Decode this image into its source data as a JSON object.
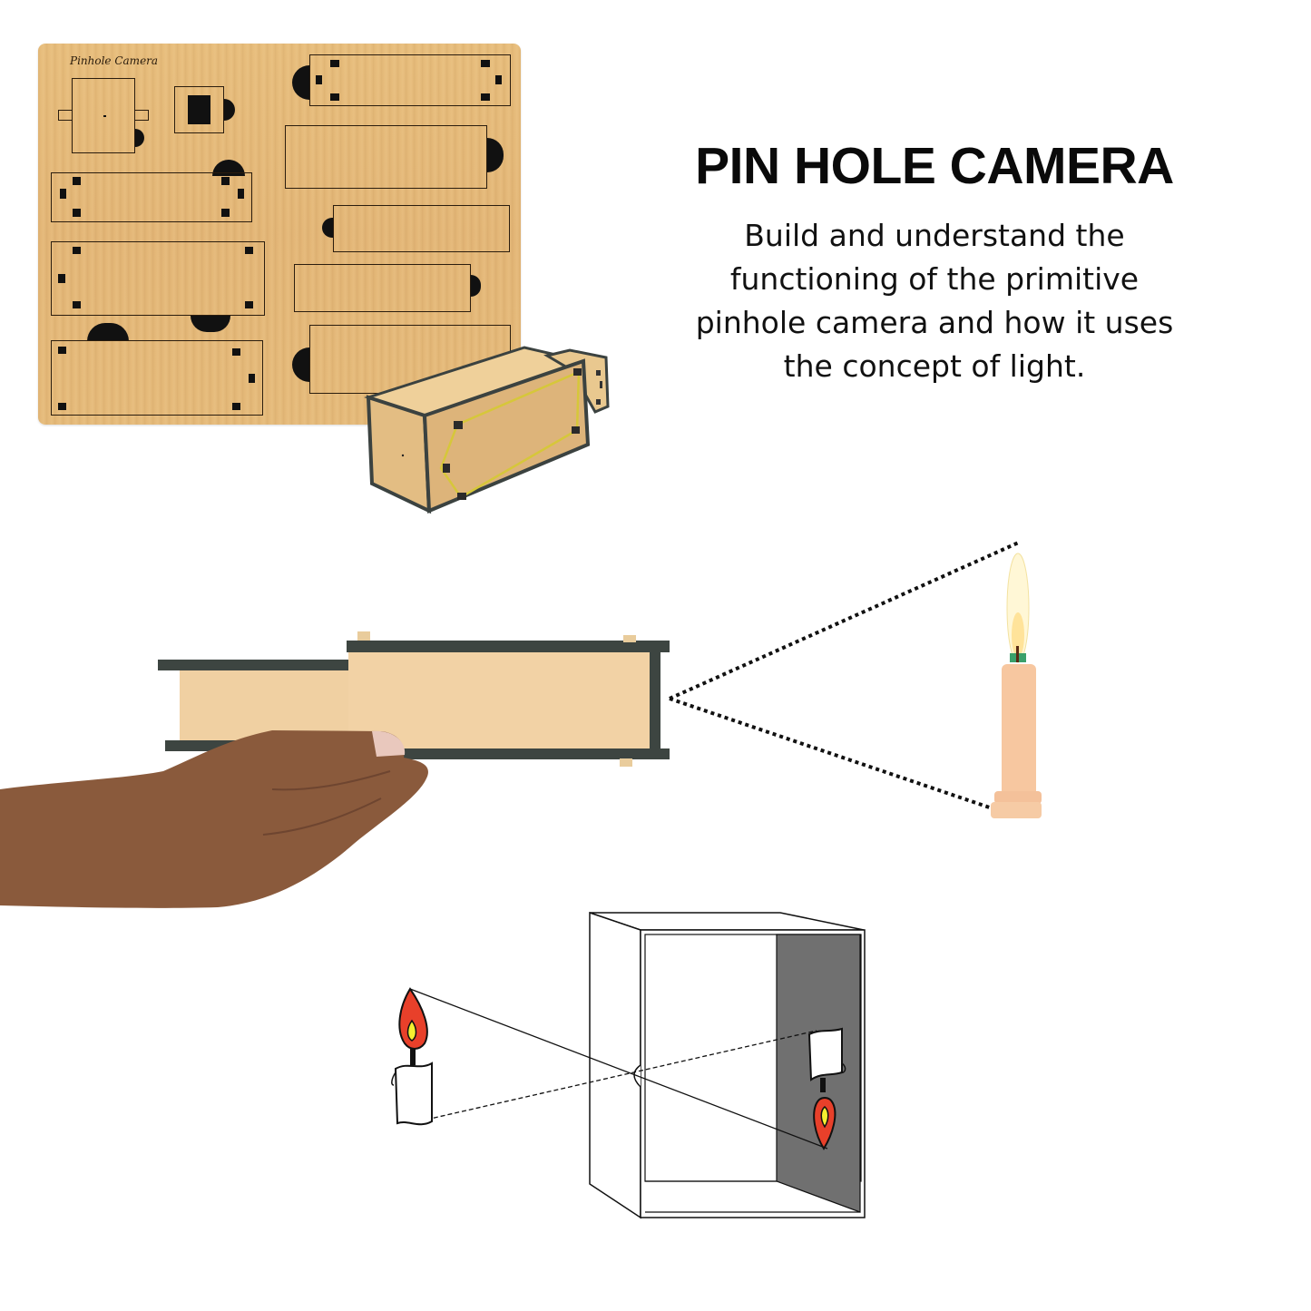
{
  "heading": {
    "title": "PIN HOLE CAMERA",
    "description_lines": [
      "Build and understand the",
      "functioning of the primitive",
      "pinhole camera and how it uses",
      "the concept of light."
    ]
  },
  "board": {
    "engraved_label": "Pinhole Camera"
  },
  "images": {
    "board_kit": "wooden-laser-cut-kit-board",
    "assembled_box": "assembled-pinhole-camera-box",
    "hand_holding_camera": "hand-holding-pinhole-camera",
    "candle_photo": "lit-candle-photo",
    "diagram": "pinhole-projection-diagram"
  },
  "colors": {
    "wood": "#e5b979",
    "wood_edge": "#3a3f3a",
    "text": "#0a0a0a",
    "flame_outer": "#e8402a",
    "flame_inner": "#f5ef30",
    "screen": "#707070",
    "skin": "#8a5a3c",
    "candle_wax": "#f5c9a0"
  }
}
